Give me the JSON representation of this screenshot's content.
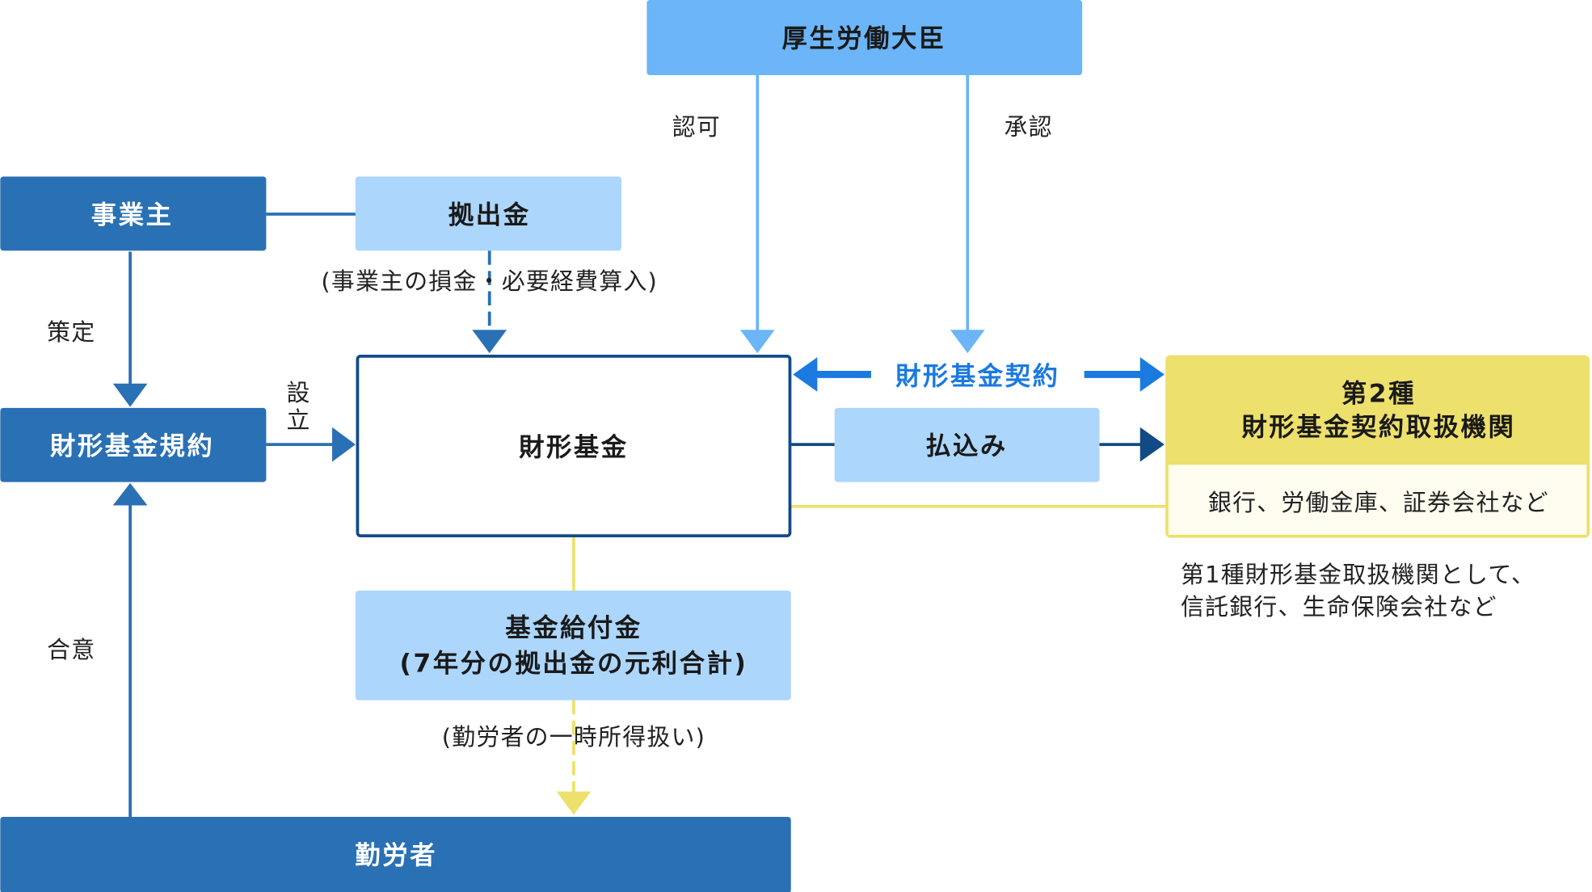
{
  "nodes": {
    "minister": "厚生労働大臣",
    "employer": "事業主",
    "contribution": "拠出金",
    "rules": "財形基金規約",
    "fund": "財形基金",
    "payment": "払込み",
    "institution_line1": "第2種",
    "institution_line2": "財形基金契約取扱機関",
    "institution_examples": "銀行、労働金庫、証券会社など",
    "benefit_line1": "基金給付金",
    "benefit_line2": "(7年分の拠出金の元利合計)",
    "workers": "勤労者"
  },
  "labels": {
    "approval_permit": "認可",
    "approval_consent": "承認",
    "contribution_note": "(事業主の損金・必要経費算入)",
    "formulate": "策定",
    "establish_1": "設",
    "establish_2": "立",
    "contract": "財形基金契約",
    "agreement": "合意",
    "benefit_note": "(勤労者の一時所得扱い)",
    "first_class_note_1": "第1種財形基金取扱機関として、",
    "first_class_note_2": "信託銀行、生命保険会社など"
  },
  "colors": {
    "dark_blue": "#2a70b4",
    "navy": "#124a86",
    "light_blue": "#acd6fb",
    "sky_blue": "#6bb5f8",
    "contract_blue": "#1a7ae0",
    "yellow": "#ede06c",
    "cream": "#fffdf0"
  }
}
